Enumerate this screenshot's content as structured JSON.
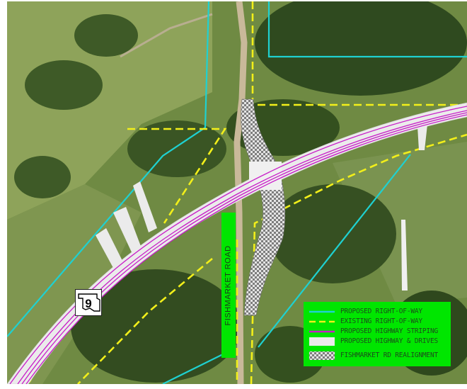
{
  "road_label": "FISHMARKET ROAD",
  "route_shield": {
    "number": "9"
  },
  "legend": {
    "items": [
      {
        "label": "PROPOSED RIGHT-OF-WAY",
        "symbol": "cyan-solid-line",
        "color": "#1fd1d1"
      },
      {
        "label": "EXISTING RIGHT-OF-WAY",
        "symbol": "yellow-dashed-line",
        "color": "#f2ef1a"
      },
      {
        "label": "PROPOSED HIGHWAY STRIPING",
        "symbol": "magenta-line",
        "color": "#c81ec8"
      },
      {
        "label": "PROPOSED HIGHWAY & DRIVES",
        "symbol": "white-fill",
        "color": "#ebebeb"
      },
      {
        "label": "FISHMARKET RD REALIGNMENT",
        "symbol": "checker-pattern",
        "color": "#9a9a9a"
      }
    ]
  },
  "colors": {
    "terrain": "#6f8a43",
    "proposed_row": "#1fd1d1",
    "existing_row": "#f2ef1a",
    "striping": "#c81ec8",
    "pavement": "#ebebeb",
    "legend_bg": "#00e600"
  }
}
